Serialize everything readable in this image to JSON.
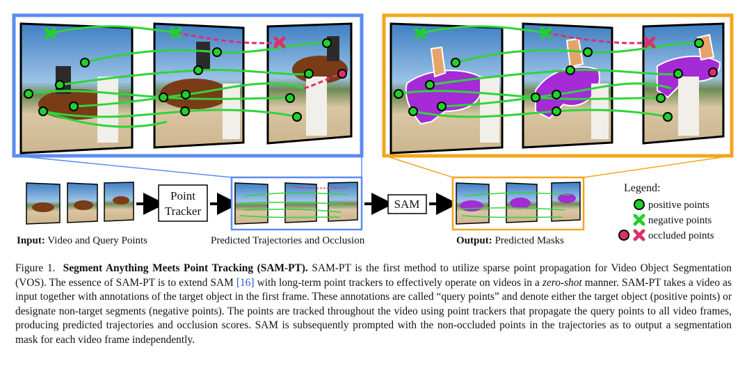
{
  "colors": {
    "blue_frame": "#5b8def",
    "orange_frame": "#f3a51c",
    "positive": "#22d02a",
    "negative": "#22d02a",
    "occluded": "#d9326b",
    "mask": "#a42bd6",
    "trajectory": "#2fd43a"
  },
  "icons": {
    "positive": "circle",
    "negative": "x-mark",
    "occluded": "circle-and-x"
  },
  "pipeline": {
    "point_tracker_line1": "Point",
    "point_tracker_line2": "Tracker",
    "sam_label": "SAM"
  },
  "legend": {
    "title": "Legend:",
    "positive": "positive points",
    "negative": "negative points",
    "occluded": "occluded points"
  },
  "labels": {
    "input_bold": "Input:",
    "input_rest": "Video and Query Points",
    "middle": "Predicted Trajectories and Occlusion",
    "output_bold": "Output:",
    "output_rest": "Predicted Masks"
  },
  "caption": {
    "prefix": "Figure 1.",
    "title": "Segment Anything Meets Point Tracking (SAM-PT).",
    "part1": "SAM-PT is the first method to utilize sparse point propagation for Video Object Segmentation (VOS). The essence of SAM-PT is to extend SAM",
    "citation": "[16]",
    "part2": "with long-term point trackers to effectively operate on videos in a",
    "italic": "zero-shot",
    "part3": "manner. SAM-PT takes a video as input together with annotations of the target object in the first frame. These annotations are called “query points” and denote either the target object (positive points) or designate non-target segments (negative points). The points are tracked throughout the video using point trackers that propagate the query points to all video frames, producing predicted trajectories and occlusion scores. SAM is subsequently prompted with the non-occluded points in the trajectories as to output a segmentation mask for each video frame independently."
  }
}
